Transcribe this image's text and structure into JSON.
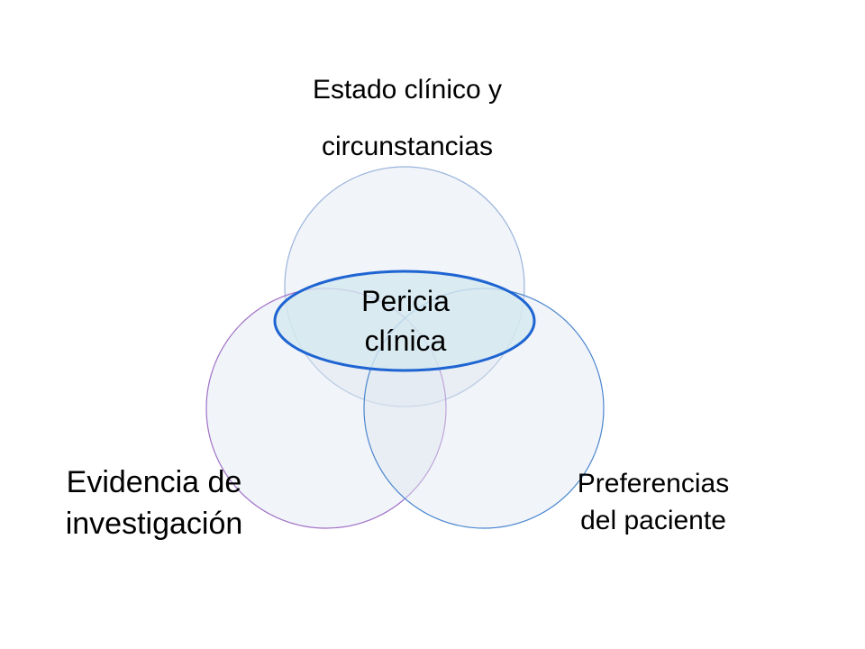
{
  "diagram": {
    "top_label_line1": "Estado clínico y",
    "top_label_line2": "circunstancias",
    "left_label_line1": "Evidencia de",
    "left_label_line2": "investigación",
    "right_label_line1": "Preferencias",
    "right_label_line2": "del paciente",
    "center_label_line1": "Pericia",
    "center_label_line2": "clínica"
  },
  "colors": {
    "circle_fill": "#dfe7ef",
    "top_circle_stroke": "#9ab4dc",
    "left_circle_stroke": "#a070c8",
    "right_circle_stroke": "#4a86d0",
    "center_ellipse_fill": "#d4e9ef",
    "center_ellipse_stroke": "#1e64d2"
  }
}
